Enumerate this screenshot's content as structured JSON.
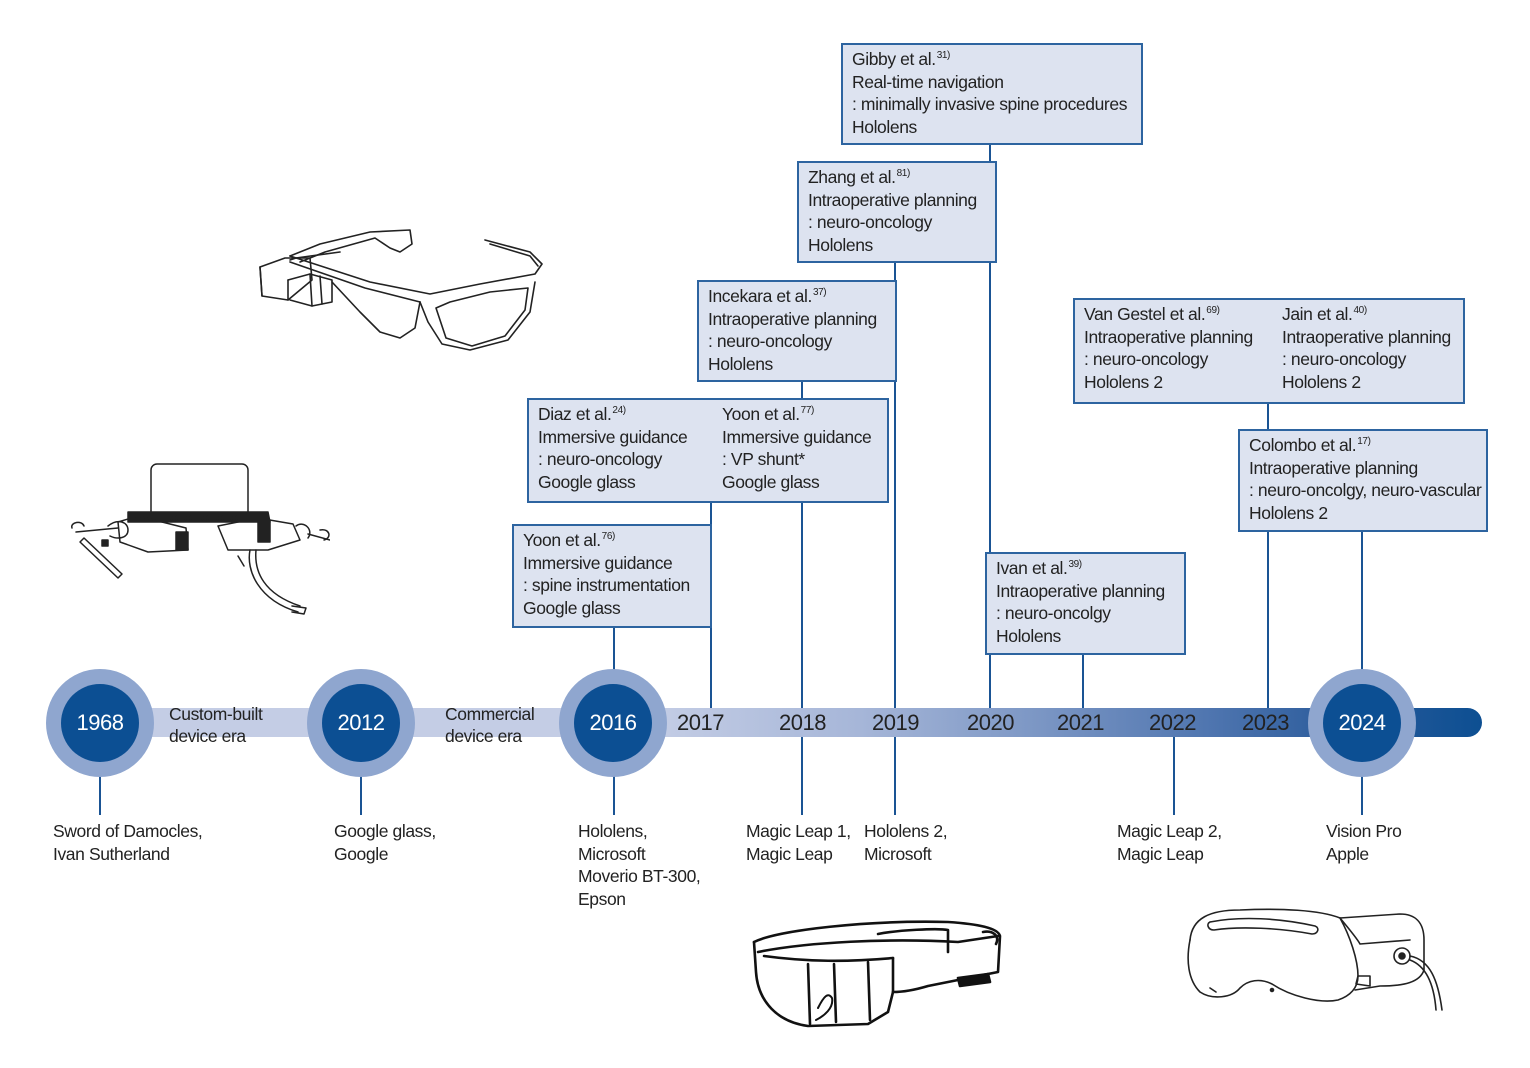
{
  "colors": {
    "box_fill": "#dde3f0",
    "box_border": "#2d64a0",
    "connector": "#1a5494",
    "circle_outer": "#8fa6cf",
    "circle_inner": "#0c4f93",
    "bar_start": "#c4cde5",
    "bar_end": "#0d4f92"
  },
  "milestones": [
    {
      "year": "1968",
      "device": [
        "Sword of Damocles,",
        "Ivan Sutherland"
      ]
    },
    {
      "year": "2012",
      "device": [
        "Google glass,",
        "Google"
      ]
    },
    {
      "year": "2016",
      "device": [
        "Hololens,",
        "Microsoft",
        "Moverio BT-300,",
        "Epson"
      ]
    },
    {
      "year": "2024",
      "device": [
        "Vision Pro",
        "Apple"
      ]
    }
  ],
  "eras": [
    {
      "label": [
        "Custom-built",
        "device era"
      ]
    },
    {
      "label": [
        "Commercial",
        "device era"
      ]
    }
  ],
  "bar_years": [
    "2017",
    "2018",
    "2019",
    "2020",
    "2021",
    "2022",
    "2023"
  ],
  "bottom_devices": [
    {
      "year": "2018",
      "device": [
        "Magic Leap 1,",
        "Magic Leap"
      ]
    },
    {
      "year": "2019",
      "device": [
        "Hololens 2,",
        "Microsoft"
      ]
    },
    {
      "year": "2022",
      "device": [
        "Magic Leap 2,",
        "Magic Leap"
      ]
    }
  ],
  "studies": [
    {
      "id": "gibby",
      "author": "Gibby et al.",
      "ref": "31)",
      "application": "Real-time navigation",
      "target": ": minimally invasive spine procedures",
      "device": "Hololens",
      "year": "2020"
    },
    {
      "id": "zhang",
      "author": "Zhang et al.",
      "ref": "81)",
      "application": "Intraoperative planning",
      "target": ": neuro-oncology",
      "device": "Hololens",
      "year": "2019"
    },
    {
      "id": "incekara",
      "author": "Incekara et al.",
      "ref": "37)",
      "application": "Intraoperative planning",
      "target": ": neuro-oncology",
      "device": "Hololens",
      "year": "2018"
    },
    {
      "id": "diaz",
      "author": "Diaz et al.",
      "ref": "24)",
      "application": "Immersive guidance",
      "target": ": neuro-oncology",
      "device": "Google glass",
      "year": "2017"
    },
    {
      "id": "yoon77",
      "author": "Yoon et al.",
      "ref": "77)",
      "application": "Immersive guidance",
      "target": ": VP shunt*",
      "device": "Google glass",
      "year": "2018"
    },
    {
      "id": "yoon76",
      "author": "Yoon et al.",
      "ref": "76)",
      "application": "Immersive guidance",
      "target": ": spine instrumentation",
      "device": "Google glass",
      "year": "2016"
    },
    {
      "id": "vangestel",
      "author": "Van Gestel et al.",
      "ref": "69)",
      "application": "Intraoperative planning",
      "target": ": neuro-oncology",
      "device": "Hololens 2",
      "year": "2023"
    },
    {
      "id": "jain",
      "author": "Jain et al.",
      "ref": "40)",
      "application": "Intraoperative planning",
      "target": ": neuro-oncology",
      "device": "Hololens 2",
      "year": "2023"
    },
    {
      "id": "colombo",
      "author": "Colombo et al.",
      "ref": "17)",
      "application": "Intraoperative planning",
      "target": ": neuro-oncolgy, neuro-vascular",
      "device": "Hololens 2",
      "year": "2024"
    },
    {
      "id": "ivan",
      "author": "Ivan et al.",
      "ref": "39)",
      "application": "Intraoperative planning",
      "target": ": neuro-oncolgy",
      "device": "Hololens",
      "year": "2021"
    }
  ],
  "illustrations": [
    {
      "name": "google-glass-illustration"
    },
    {
      "name": "sword-of-damocles-illustration"
    },
    {
      "name": "hololens-illustration"
    },
    {
      "name": "vision-pro-illustration"
    }
  ]
}
